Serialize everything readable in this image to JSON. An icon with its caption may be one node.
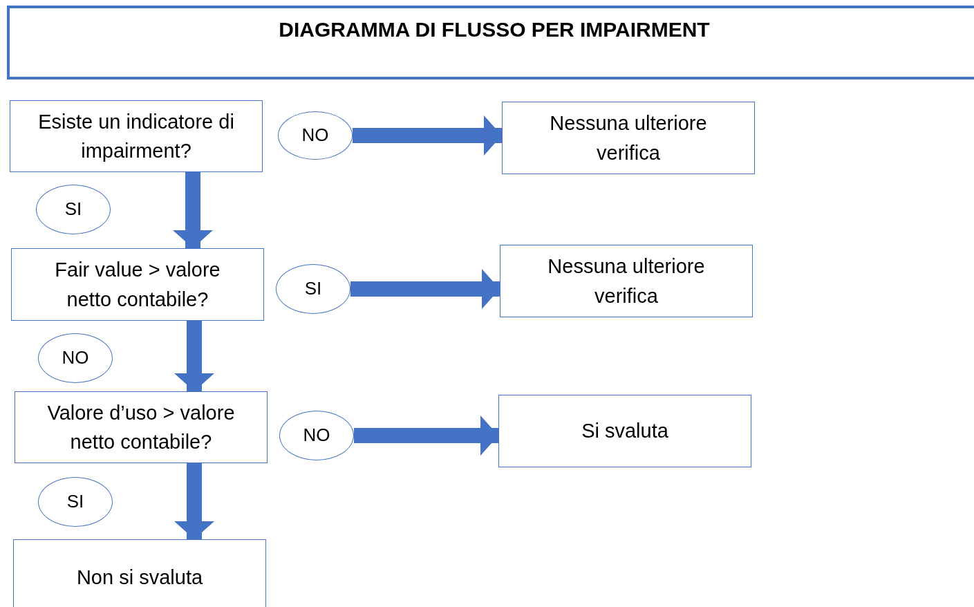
{
  "diagram": {
    "title": "DIAGRAMMA DI FLUSSO PER IMPAIRMENT",
    "nodes": [
      {
        "text": [
          "Esiste un indicatore di impairment?"
        ]
      },
      {
        "text": [
          "NO"
        ]
      },
      {
        "text": [
          "Nessuna ulteriore verifica"
        ]
      },
      {
        "text": [
          "SI"
        ]
      },
      {
        "text": [
          "Fair value > valore netto contabile?"
        ]
      },
      {
        "text": [
          "SI"
        ]
      },
      {
        "text": [
          "Nessuna ulteriore verifica"
        ]
      },
      {
        "text": [
          "NO"
        ]
      },
      {
        "text": [
          "Valore d’uso > valore netto contabile?"
        ]
      },
      {
        "text": [
          "NO"
        ]
      },
      {
        "text": [
          "Si svaluta"
        ]
      },
      {
        "text": [
          "SI"
        ]
      },
      {
        "text": [
          "Non si svaluta"
        ]
      }
    ],
    "edges": [
      {
        "from": 1,
        "to": 2,
        "arrow": "to"
      },
      {
        "from": 0,
        "to": 4,
        "arrow": "to"
      },
      {
        "from": 5,
        "to": 6,
        "arrow": "to"
      },
      {
        "from": 4,
        "to": 8,
        "arrow": "to"
      },
      {
        "from": 9,
        "to": 10,
        "arrow": "to"
      },
      {
        "from": 8,
        "to": 12,
        "arrow": "to"
      }
    ]
  }
}
